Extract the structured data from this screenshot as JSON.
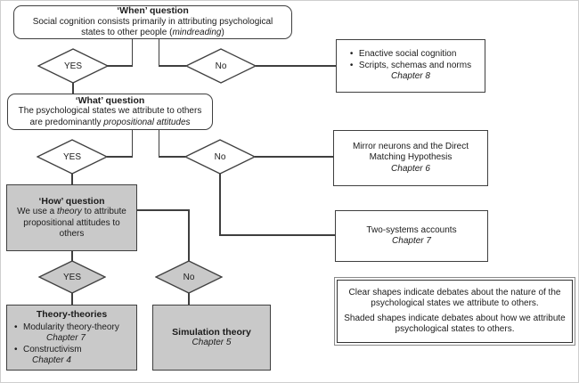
{
  "colors": {
    "clear_fill": "#ffffff",
    "shaded_fill": "#c9c9c9",
    "line": "#3f3f3f"
  },
  "bullet_glyph": "•",
  "when_box": {
    "title": "‘When’ question",
    "line1": "Social cognition consists primarily in attributing psychological",
    "line2_pre": "states to other people (",
    "line2_italic": "mindreading",
    "line2_post": ")"
  },
  "enactive_box": {
    "bullet1": "Enactive social cognition",
    "bullet2": "Scripts, schemas and norms",
    "chapter": "Chapter 8"
  },
  "what_box": {
    "title": "‘What’ question",
    "line1": "The psychological states we attribute to others",
    "line2_pre": "are predominantly ",
    "line2_italic": "propositional attitudes"
  },
  "mirror_box": {
    "line1": "Mirror neurons and the Direct",
    "line2": "Matching Hypothesis",
    "chapter": "Chapter 6"
  },
  "how_box": {
    "title": "‘How’ question",
    "line1_pre": "We use a ",
    "line1_italic": "theory",
    "line1_post": " to attribute propositional attitudes to others"
  },
  "two_systems_box": {
    "title": "Two-systems accounts",
    "chapter": "Chapter 7"
  },
  "theory_box": {
    "title": "Theory-theories",
    "item1_label": "Modularity theory-theory",
    "item1_chapter": "Chapter 7",
    "item2_label": "Constructivism",
    "item2_chapter": "Chapter 4"
  },
  "simulation_box": {
    "title": "Simulation theory",
    "chapter": "Chapter 5"
  },
  "diamonds": {
    "yes1": "YES",
    "no1": "No",
    "yes2": "YES",
    "no2": "No",
    "yes3": "YES",
    "no3": "No"
  },
  "legend": {
    "line1": "Clear shapes indicate debates about the nature of the psychological states we attribute to others.",
    "line2": "Shaded shapes indicate debates about how we attribute psychological states to others."
  }
}
